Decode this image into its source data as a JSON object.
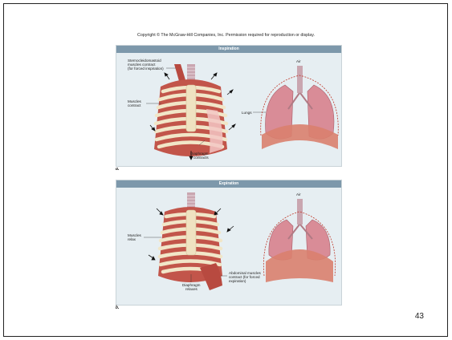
{
  "slide": {
    "copyright": "Copyright © The McGraw-Hill Companies, Inc. Permission required for reproduction or display.",
    "page_number": "43"
  },
  "panel_a": {
    "title": "Inspiration",
    "sublabel": "a.",
    "labels": {
      "sterno_1": "Sternocleidomastoid",
      "sterno_2": "muscles contract",
      "sterno_3": "(for forced inspiration)",
      "muscles_1": "Muscles",
      "muscles_2": "contract",
      "diaphragm_1": "Diaphragm",
      "diaphragm_2": "contracts",
      "air": "Air",
      "lungs": "Lungs"
    }
  },
  "panel_b": {
    "title": "Expiration",
    "sublabel": "b.",
    "labels": {
      "muscles_1": "Muscles",
      "muscles_2": "relax",
      "abdominal_1": "Abdominal muscles",
      "abdominal_2": "contract (for forced",
      "abdominal_3": "expiration)",
      "diaphragm_1": "Diaphragm",
      "diaphragm_2": "relaxes",
      "air": "Air"
    }
  },
  "colors": {
    "panel_bg": "#e6eef2",
    "panel_header": "#7d98ab",
    "muscle": "#c2554a",
    "rib": "#f1e6c8",
    "lung": "#d98c97",
    "diaphragm": "#d9806e"
  }
}
